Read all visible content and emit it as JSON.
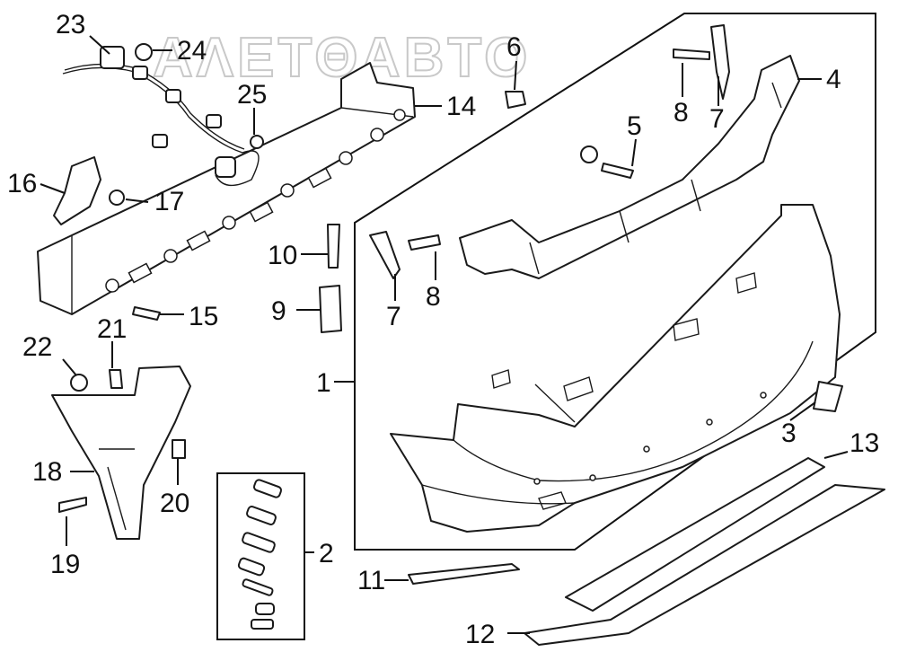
{
  "watermark": "ΑΛΕΤΘΑΒΤΟ",
  "callouts": [
    {
      "id": "1",
      "label": "1"
    },
    {
      "id": "2",
      "label": "2"
    },
    {
      "id": "3",
      "label": "3"
    },
    {
      "id": "4",
      "label": "4"
    },
    {
      "id": "5",
      "label": "5"
    },
    {
      "id": "6",
      "label": "6"
    },
    {
      "id": "7a",
      "label": "7"
    },
    {
      "id": "7b",
      "label": "7"
    },
    {
      "id": "8a",
      "label": "8"
    },
    {
      "id": "8b",
      "label": "8"
    },
    {
      "id": "9",
      "label": "9"
    },
    {
      "id": "10",
      "label": "10"
    },
    {
      "id": "11",
      "label": "11"
    },
    {
      "id": "12",
      "label": "12"
    },
    {
      "id": "13",
      "label": "13"
    },
    {
      "id": "14",
      "label": "14"
    },
    {
      "id": "15",
      "label": "15"
    },
    {
      "id": "16",
      "label": "16"
    },
    {
      "id": "17",
      "label": "17"
    },
    {
      "id": "18",
      "label": "18"
    },
    {
      "id": "19",
      "label": "19"
    },
    {
      "id": "20",
      "label": "20"
    },
    {
      "id": "21",
      "label": "21"
    },
    {
      "id": "22",
      "label": "22"
    },
    {
      "id": "23",
      "label": "23"
    },
    {
      "id": "24",
      "label": "24"
    },
    {
      "id": "25",
      "label": "25"
    }
  ]
}
